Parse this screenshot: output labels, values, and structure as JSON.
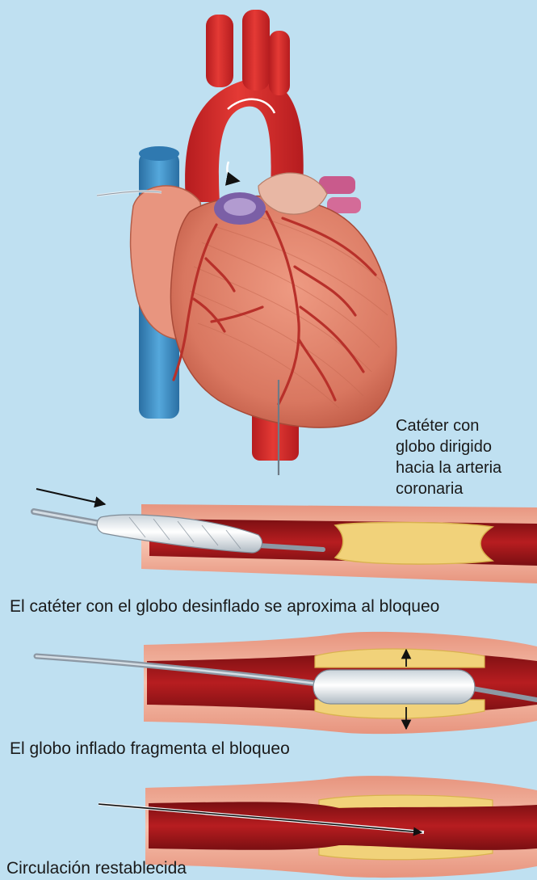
{
  "labels": {
    "catheter_lines": [
      "Catéter con",
      "globo dirigido",
      "hacia la arteria",
      "coronaria"
    ],
    "step1": "El catéter con el globo desinflado se aproxima al bloqueo",
    "step2": "El globo inflado fragmenta el bloqueo",
    "step3": "Circulación restablecida"
  },
  "colors": {
    "background": "#bfe0f1",
    "heart_muscle": "#e0806a",
    "aorta": "#d62a2a",
    "vena_cava": "#3d8fc6",
    "coronary_artery": "#b8302a",
    "vessel_wall": "#f3b29e",
    "blood": "#a8191c",
    "plaque": "#f2d97a",
    "balloon": "#e9eef2",
    "catheter": "#9aa7b3"
  }
}
